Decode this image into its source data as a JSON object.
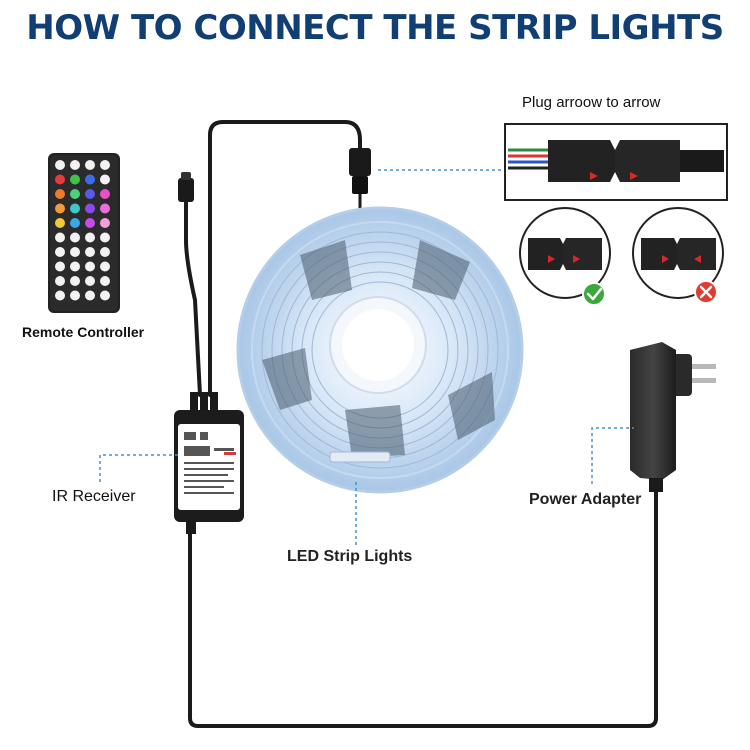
{
  "title": "HOW TO CONNECT THE STRIP LIGHTS",
  "labels": {
    "plug_instruction": "Plug arroow to arrow",
    "remote": "Remote Controller",
    "ir_receiver": "IR Receiver",
    "led_strip": "LED Strip Lights",
    "power_adapter": "Power Adapter"
  },
  "colors": {
    "title": "#123f73",
    "callout_line": "#4a90c8",
    "correct": "#3aa83a",
    "wrong": "#e23b2e",
    "arrow": "#d42a2a"
  },
  "icons": [
    "check-icon",
    "cross-icon"
  ],
  "remote_buttons": [
    [
      "#f2f2f2",
      "#f2f2f2",
      "#f2f2f2",
      "#f2f2f2"
    ],
    [
      "#e83a3a",
      "#3ec24a",
      "#3a6ee8",
      "#f2f2f2"
    ],
    [
      "#f07a2a",
      "#4bd17a",
      "#5a5ae8",
      "#e850c8"
    ],
    [
      "#f29a3a",
      "#40c8c8",
      "#8a4ae8",
      "#e870d8"
    ],
    [
      "#f2c83a",
      "#3aa8e8",
      "#c84ae8",
      "#f2a0d8"
    ],
    [
      "#f2f2f2",
      "#f2f2f2",
      "#f2f2f2",
      "#f2f2f2"
    ],
    [
      "#f2f2f2",
      "#f2f2f2",
      "#f2f2f2",
      "#f2f2f2"
    ],
    [
      "#f2f2f2",
      "#f2f2f2",
      "#f2f2f2",
      "#f2f2f2"
    ],
    [
      "#f2f2f2",
      "#f2f2f2",
      "#f2f2f2",
      "#f2f2f2"
    ],
    [
      "#f2f2f2",
      "#f2f2f2",
      "#f2f2f2",
      "#f2f2f2"
    ]
  ]
}
